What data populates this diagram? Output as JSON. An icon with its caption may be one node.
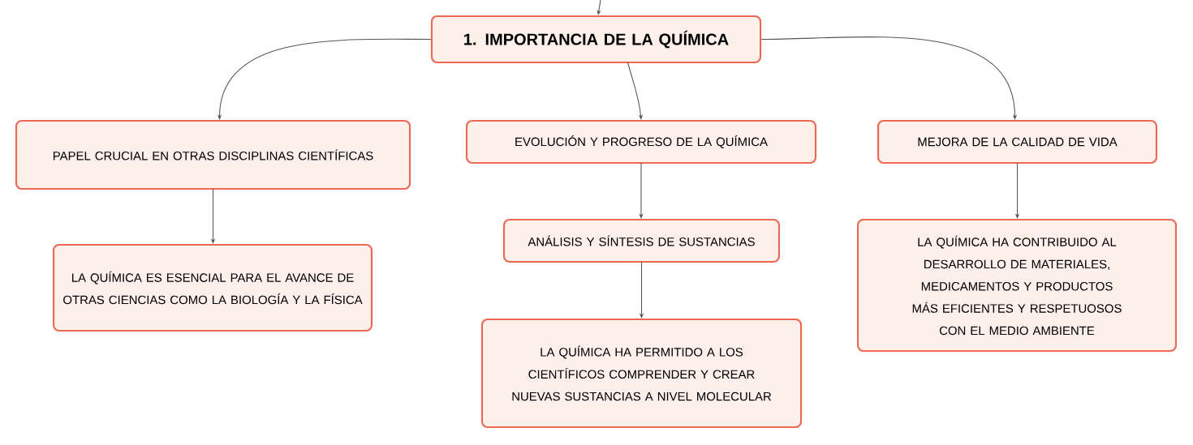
{
  "diagram": {
    "nodes": [
      {
        "text": [
          "1. IMPORTANCIA DE LA QUÍMICA"
        ]
      },
      {
        "text": [
          "PAPEL CRUCIAL EN OTRAS DISCIPLINAS CIENTÍFICAS"
        ]
      },
      {
        "text": [
          "EVOLUCIÓN Y PROGRESO DE LA QUÍMICA"
        ]
      },
      {
        "text": [
          "MEJORA DE LA CALIDAD DE VIDA"
        ]
      },
      {
        "text": [
          "LA QUÍMICA ES ESENCIAL PARA EL AVANCE DE OTRAS CIENCIAS COMO LA BIOLOGÍA Y LA FÍSICA"
        ]
      },
      {
        "text": [
          "ANÁLISIS Y SÍNTESIS DE SUSTANCIAS"
        ]
      },
      {
        "text": [
          "LA QUÍMICA HA PERMITIDO A LOS CIENTÍFICOS COMPRENDER Y CREAR NUEVAS SUSTANCIAS A NIVEL MOLECULAR"
        ]
      },
      {
        "text": [
          "LA QUÍMICA HA CONTRIBUIDO AL DESARROLLO DE MATERIALES, MEDICAMENTOS Y PRODUCTOS MÁS EFICIENTES Y RESPETUOSOS CON EL MEDIO AMBIENTE"
        ]
      }
    ],
    "edges": [
      {
        "from": null,
        "to": 0,
        "arrow": "to"
      },
      {
        "from": 0,
        "to": 1,
        "arrow": "to"
      },
      {
        "from": 0,
        "to": 2,
        "arrow": "to"
      },
      {
        "from": 0,
        "to": 3,
        "arrow": "to"
      },
      {
        "from": 1,
        "to": 4,
        "arrow": "to"
      },
      {
        "from": 2,
        "to": 5,
        "arrow": "to"
      },
      {
        "from": 5,
        "to": 6,
        "arrow": "to"
      },
      {
        "from": 3,
        "to": 7,
        "arrow": "to"
      }
    ]
  }
}
